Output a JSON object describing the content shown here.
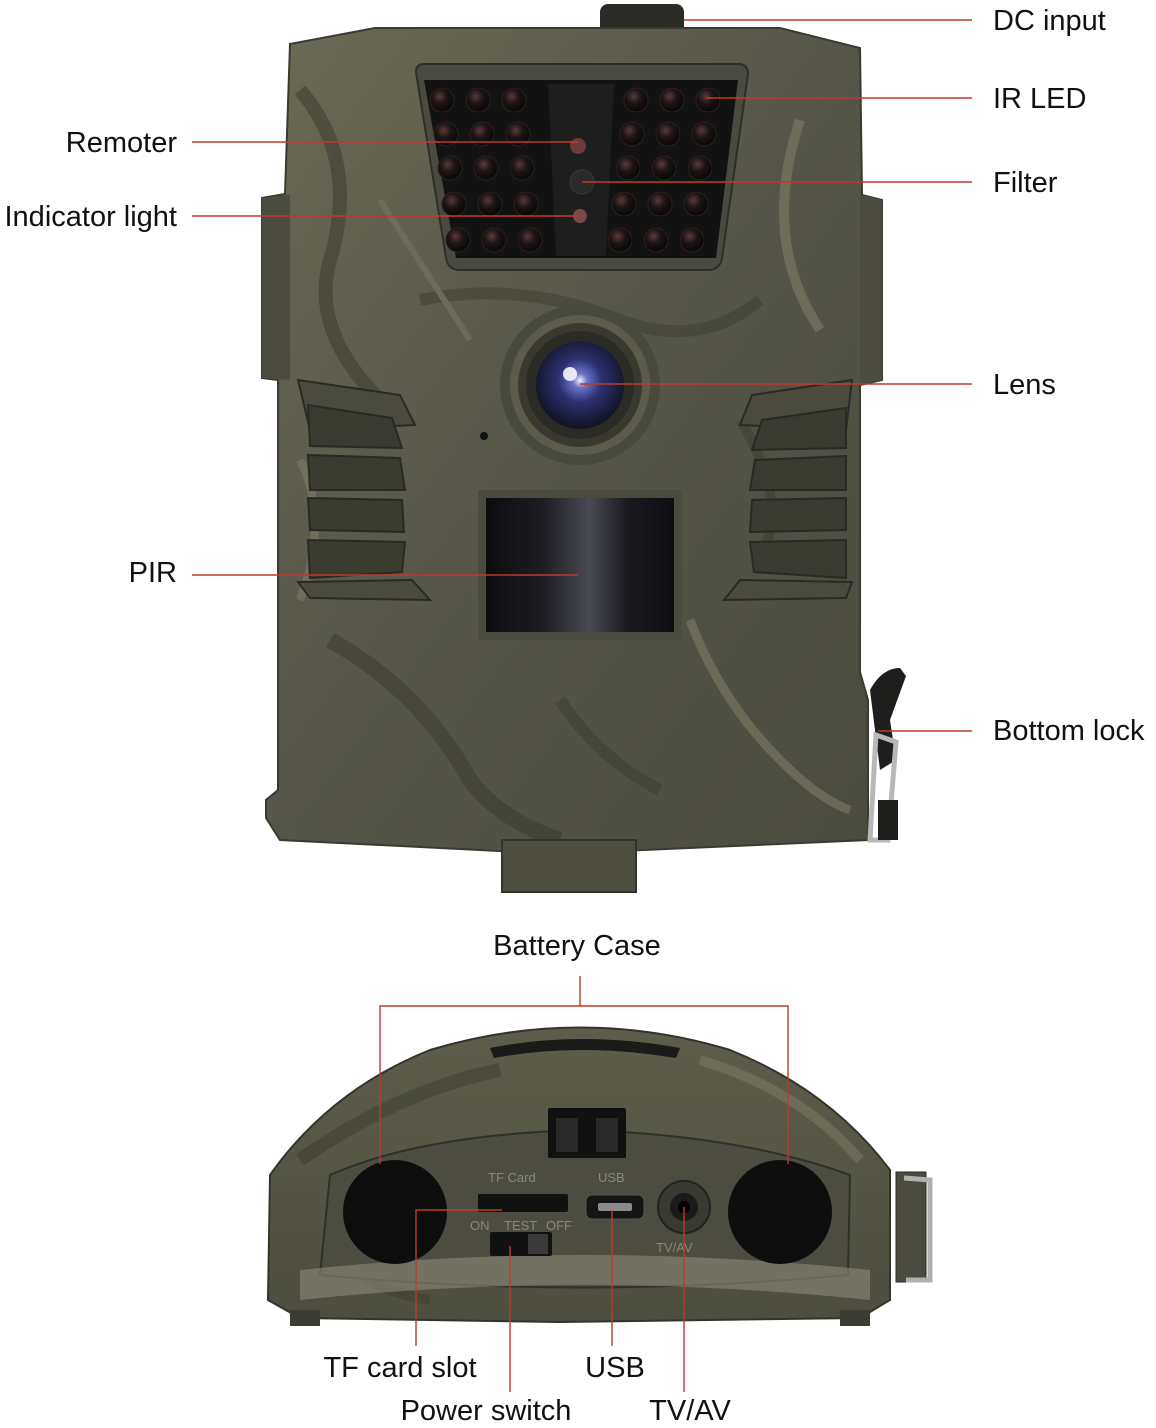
{
  "labels": {
    "dc_input": "DC input",
    "ir_led": "IR LED",
    "remoter": "Remoter",
    "filter": "Filter",
    "indicator_light": "Indicator light",
    "lens": "Lens",
    "pir": "PIR",
    "bottom_lock": "Bottom lock",
    "battery_case": "Battery Case",
    "tf_card_slot": "TF card slot",
    "usb": "USB",
    "power_switch": "Power switch",
    "tv_av": "TV/AV"
  },
  "molded_text": {
    "tf_card": "TF Card",
    "usb": "USB",
    "tv_av": "TV/AV",
    "switch_on": "ON",
    "switch_test": "TEST",
    "switch_off": "OFF"
  },
  "colors": {
    "leader_line": "#c0392b",
    "camo_base": "#5a5a48",
    "camo_dark": "#3c3d30",
    "camo_light": "#7d7a66"
  }
}
